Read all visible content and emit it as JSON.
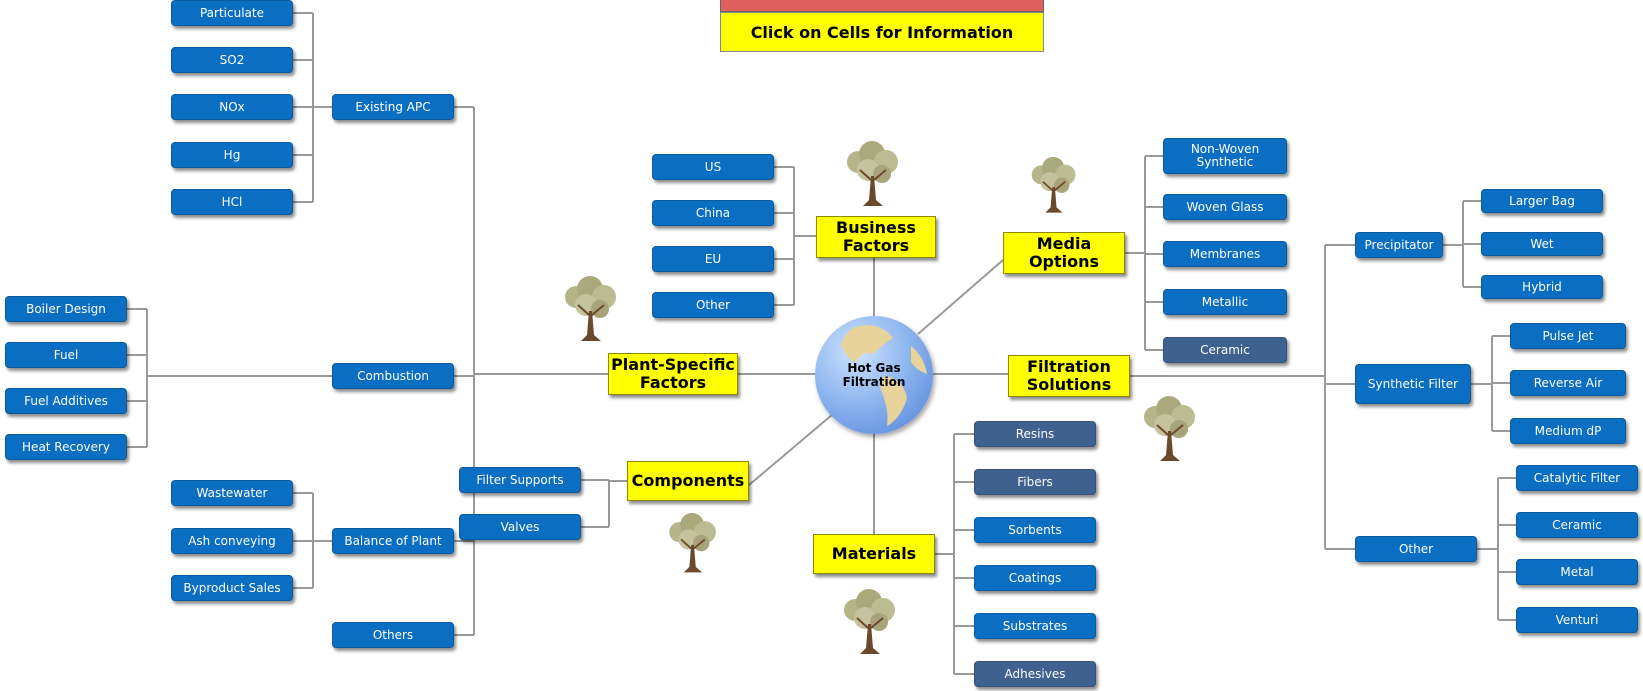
{
  "banner": {
    "text": "Click on Cells for Information",
    "color": "#e0605e"
  },
  "center": {
    "label": "Hot Gas\nFiltration"
  },
  "colors": {
    "node": "#0a6fc2",
    "node_dark": "#3f6190",
    "hub": "#ffff00",
    "wire": "#9a9a9a"
  },
  "hubs": {
    "business": "Business\nFactors",
    "media": "Media\nOptions",
    "plant": "Plant-Specific\nFactors",
    "filtration": "Filtration\nSolutions",
    "components": "Components",
    "materials": "Materials"
  },
  "business_factors": [
    "US",
    "China",
    "EU",
    "Other"
  ],
  "media_options": [
    "Non-Woven\nSynthetic",
    "Woven Glass",
    "Membranes",
    "Metallic",
    "Ceramic"
  ],
  "plant_specific": {
    "existing_apc": {
      "label": "Existing APC",
      "children": [
        "Particulate",
        "SO2",
        "NOx",
        "Hg",
        "HCl"
      ]
    },
    "combustion": {
      "label": "Combustion",
      "children": [
        "Boiler Design",
        "Fuel",
        "Fuel Additives",
        "Heat Recovery"
      ]
    },
    "balance_of_plant": {
      "label": "Balance of Plant",
      "children": [
        "Wastewater",
        "Ash conveying",
        "Byproduct Sales"
      ]
    },
    "others": {
      "label": "Others"
    }
  },
  "components": [
    "Filter Supports",
    "Valves"
  ],
  "materials": [
    "Resins",
    "Fibers",
    "Sorbents",
    "Coatings",
    "Substrates",
    "Adhesives"
  ],
  "filtration_solutions": {
    "precipitator": {
      "label": "Precipitator",
      "children": [
        "Larger Bag",
        "Wet",
        "Hybrid"
      ]
    },
    "synthetic_filter": {
      "label": "Synthetic Filter",
      "children": [
        "Pulse Jet",
        "Reverse Air",
        "Medium dP"
      ]
    },
    "other": {
      "label": "Other",
      "children": [
        "Catalytic Filter",
        "Ceramic",
        "Metal",
        "Venturi"
      ]
    }
  }
}
